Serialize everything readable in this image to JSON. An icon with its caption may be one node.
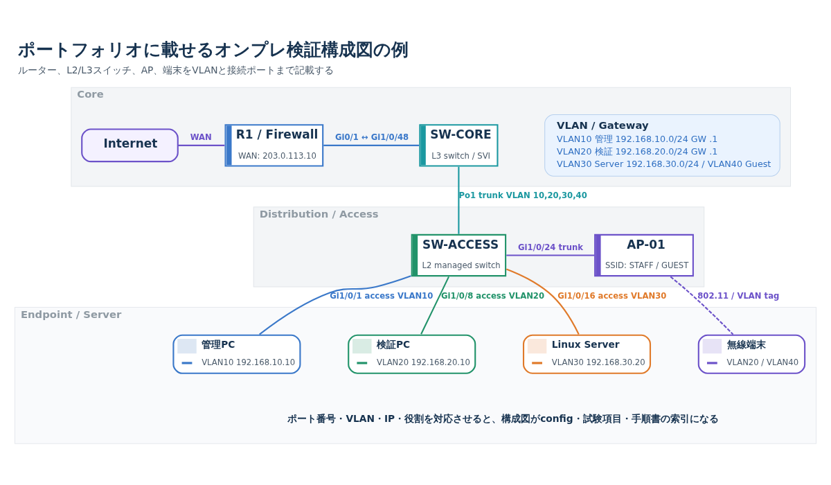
{
  "diagram": {
    "title": "ポートフォリオに載せるオンプレ検証構成図の例",
    "caption": "ルーター、L2/L3スイッチ、AP、端末をVLANと接続ポートまで記載する",
    "nodes": [
      {
        "text": [
          "Core"
        ]
      },
      {
        "text": [
          "Internet"
        ],
        "in": 0
      },
      {
        "text": [
          "R1 / Firewall",
          "WAN: 203.0.113.10"
        ],
        "in": 0
      },
      {
        "text": [
          "SW-CORE",
          "L3 switch / SVI"
        ],
        "in": 0
      },
      {
        "text": [
          "VLAN / Gateway",
          "VLAN10 管理 192.168.10.0/24 GW .1",
          "VLAN20 検証 192.168.20.0/24 GW .1",
          "VLAN30 Server 192.168.30.0/24 / VLAN40 Guest"
        ],
        "in": 0
      },
      {
        "text": [
          "Distribution / Access"
        ]
      },
      {
        "text": [
          "SW-ACCESS",
          "L2 managed switch"
        ],
        "in": 5
      },
      {
        "text": [
          "AP-01",
          "SSID: STAFF / GUEST"
        ],
        "in": 5
      },
      {
        "text": [
          "Endpoint / Server"
        ]
      },
      {
        "text": [
          "管理PC",
          "VLAN10 192.168.10.10"
        ],
        "in": 8
      },
      {
        "text": [
          "検証PC",
          "VLAN20 192.168.20.10"
        ],
        "in": 8
      },
      {
        "text": [
          "Linux Server",
          "VLAN30 192.168.30.20"
        ],
        "in": 8
      },
      {
        "text": [
          "無線端末",
          "VLAN20 / VLAN40"
        ],
        "in": 8
      }
    ],
    "edges": [
      {
        "from": 1,
        "to": 2,
        "arrow": "none",
        "label": "WAN",
        "color": "#6c52c9"
      },
      {
        "from": 2,
        "to": 3,
        "arrow": "none",
        "label": "Gi0/1 ↔ Gi1/0/48",
        "color": "#3a78c9"
      },
      {
        "from": 3,
        "to": 6,
        "arrow": "none",
        "label": "Po1 trunk VLAN 10,20,30,40",
        "color": "#1b98a0"
      },
      {
        "from": 6,
        "to": 7,
        "arrow": "none",
        "label": "Gi1/0/24 trunk",
        "color": "#6c52c9"
      },
      {
        "from": 6,
        "to": 9,
        "arrow": "none",
        "label": "Gi1/0/1 access VLAN10",
        "color": "#3a78c9"
      },
      {
        "from": 6,
        "to": 10,
        "arrow": "none",
        "label": "Gi1/0/8 access VLAN20",
        "color": "#22936a"
      },
      {
        "from": 6,
        "to": 11,
        "arrow": "none",
        "label": "Gi1/0/16 access VLAN30",
        "color": "#e07a2a"
      },
      {
        "from": 7,
        "to": 12,
        "arrow": "none",
        "label": "802.11 / VLAN tag",
        "style": "dashed",
        "color": "#6c52c9"
      }
    ],
    "labels": [
      "ポート番号・VLAN・IP・役割を対応させると、構成図がconfig・試験項目・手順書の索引になる"
    ]
  }
}
